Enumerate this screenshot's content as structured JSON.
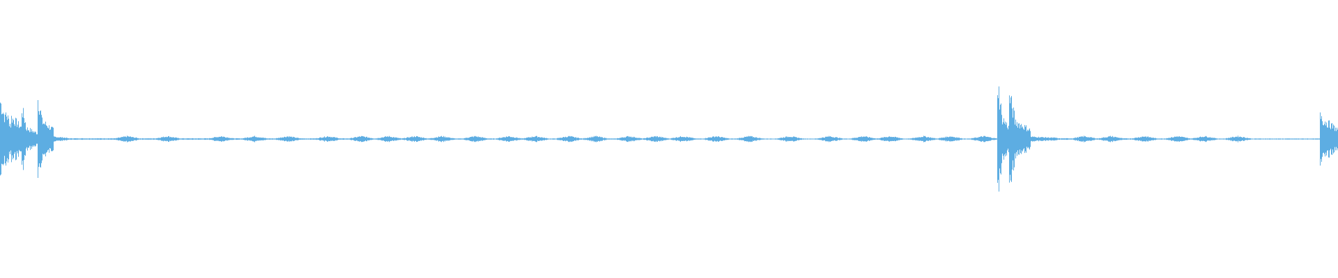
{
  "waveform": {
    "color": "#5DADE2",
    "background": "#FFFFFF",
    "segments": [
      {
        "x0": 0.0,
        "x1": 0.004,
        "amp": 0.17
      },
      {
        "x0": 0.004,
        "x1": 0.008,
        "amp": 0.12
      },
      {
        "x0": 0.008,
        "x1": 0.016,
        "amp": 0.1
      },
      {
        "x0": 0.016,
        "x1": 0.019,
        "amp": 0.14
      },
      {
        "x0": 0.019,
        "x1": 0.028,
        "amp": 0.05
      },
      {
        "x0": 0.028,
        "x1": 0.031,
        "amp": 0.19
      },
      {
        "x0": 0.031,
        "x1": 0.04,
        "amp": 0.08
      },
      {
        "x0": 0.04,
        "x1": 0.05,
        "amp": 0.01
      },
      {
        "x0": 0.05,
        "x1": 0.745,
        "amp": 0.003
      },
      {
        "x0": 0.745,
        "x1": 0.748,
        "amp": 0.27
      },
      {
        "x0": 0.748,
        "x1": 0.754,
        "amp": 0.1
      },
      {
        "x0": 0.754,
        "x1": 0.758,
        "amp": 0.2
      },
      {
        "x0": 0.758,
        "x1": 0.77,
        "amp": 0.08
      },
      {
        "x0": 0.77,
        "x1": 0.79,
        "amp": 0.01
      },
      {
        "x0": 0.79,
        "x1": 0.986,
        "amp": 0.003
      },
      {
        "x0": 0.986,
        "x1": 0.99,
        "amp": 0.13
      },
      {
        "x0": 0.99,
        "x1": 1.0,
        "amp": 0.08
      }
    ],
    "bumps": [
      0.095,
      0.125,
      0.165,
      0.19,
      0.215,
      0.245,
      0.27,
      0.29,
      0.31,
      0.33,
      0.355,
      0.38,
      0.4,
      0.425,
      0.445,
      0.47,
      0.49,
      0.51,
      0.535,
      0.56,
      0.59,
      0.62,
      0.645,
      0.665,
      0.69,
      0.71,
      0.735,
      0.81,
      0.83,
      0.855,
      0.88,
      0.9,
      0.925
    ]
  }
}
